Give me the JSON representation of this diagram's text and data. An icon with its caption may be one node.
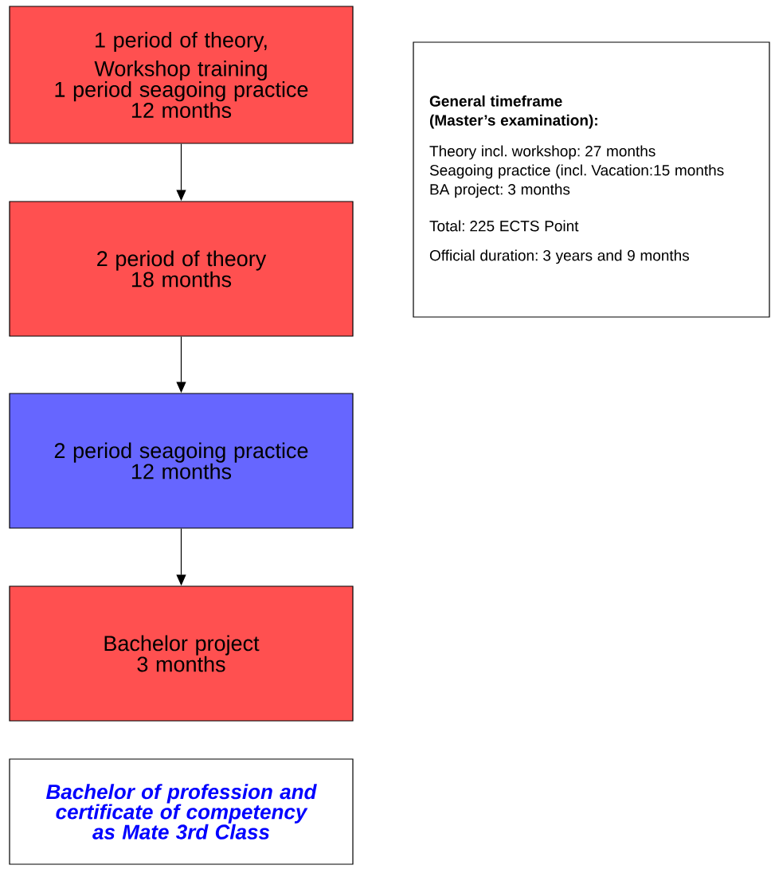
{
  "diagram": {
    "nodes": [
      {
        "text": [
          "1 period of theory, Workshop training",
          "1 period seagoing practice",
          "12 months"
        ]
      },
      {
        "text": [
          "2 period of theory",
          "18 months"
        ]
      },
      {
        "text": [
          "2 period seagoing practice",
          "12 months"
        ]
      },
      {
        "text": [
          "Bachelor project",
          "3 months"
        ]
      },
      {
        "text": [
          "Bachelor of profession and certificate of competency as Mate 3rd Class"
        ]
      },
      {
        "text": [
          "General timeframe (Master’s examination):",
          "Theory incl. workshop: 27 months",
          "Seagoing practice (incl. Vacation:15 months",
          "BA project: 3 months",
          "Total: 225 ECTS Point",
          "Official duration: 3 years and 9 months"
        ]
      }
    ],
    "edges": [
      {
        "from": 0,
        "to": 1,
        "arrow": "to"
      },
      {
        "from": 1,
        "to": 2,
        "arrow": "to"
      },
      {
        "from": 2,
        "to": 3,
        "arrow": "to"
      }
    ]
  }
}
